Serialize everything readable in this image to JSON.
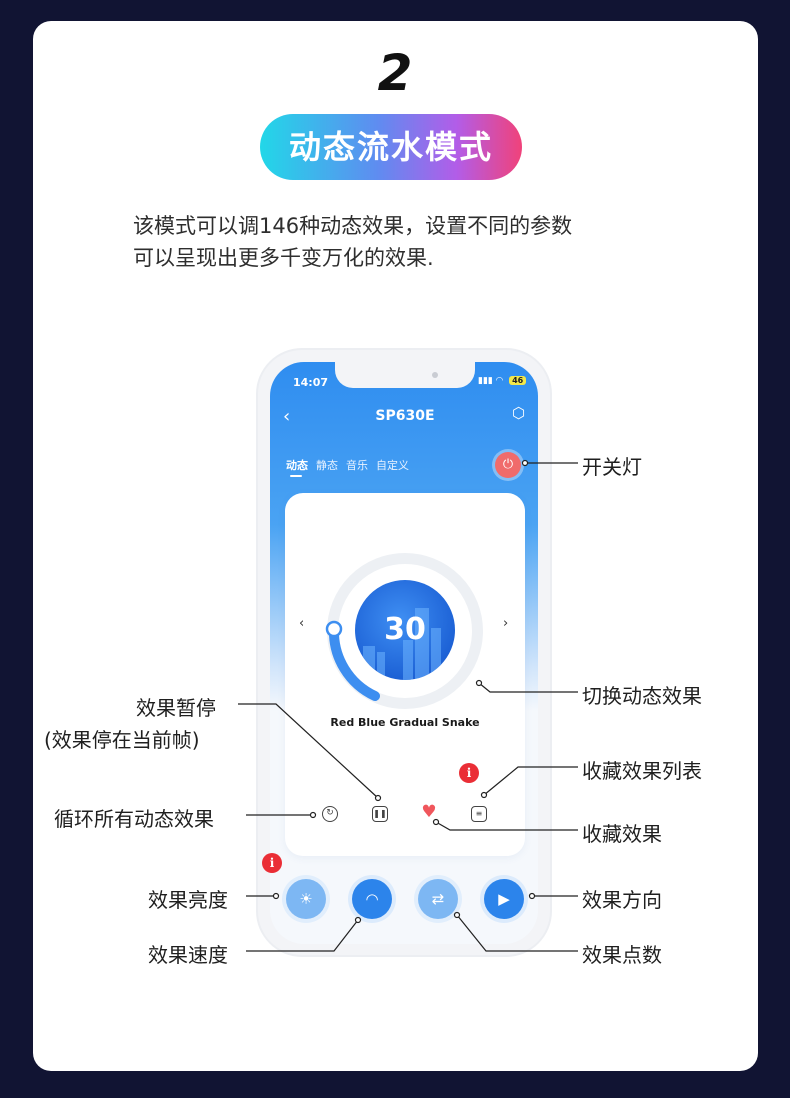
{
  "step_number": "2",
  "mode_title": "动态流水模式",
  "intro_lines": [
    "该模式可以调146种动态效果，设置不同的参数",
    "可以呈现出更多千变万化的效果."
  ],
  "phone": {
    "status_time": "14:07",
    "battery": "46",
    "device_name": "SP630E",
    "tabs": [
      "动态",
      "静态",
      "音乐",
      "自定义"
    ],
    "active_tab": "动态",
    "dial_value": "30",
    "effect_name": "Red Blue Gradual Snake",
    "icons": {
      "back": "back-arrow-icon",
      "settings": "settings-icon",
      "power": "power-icon",
      "prev": "chevron-left-icon",
      "next": "chevron-right-icon",
      "loop": "loop-icon",
      "pause": "pause-icon",
      "favorite": "heart-icon",
      "favorites_list": "list-icon",
      "brightness": "sun-icon",
      "speed": "speedometer-icon",
      "points": "swap-icon",
      "direction": "play-direction-icon"
    },
    "colors": {
      "header_blue": "#2f8df0",
      "dial_blue": "#1d62d6",
      "power_red": "#f06b6b",
      "badge_red": "#ea2e36"
    }
  },
  "callouts": {
    "power": "开关灯",
    "switch_effect": "切换动态效果",
    "pause_line1": "效果暂停",
    "pause_line2": "(效果停在当前帧)",
    "favorites_list": "收藏效果列表",
    "loop_all": "循环所有动态效果",
    "favorite": "收藏效果",
    "brightness": "效果亮度",
    "direction": "效果方向",
    "speed": "效果速度",
    "points": "效果点数"
  },
  "badge_symbol": "i"
}
